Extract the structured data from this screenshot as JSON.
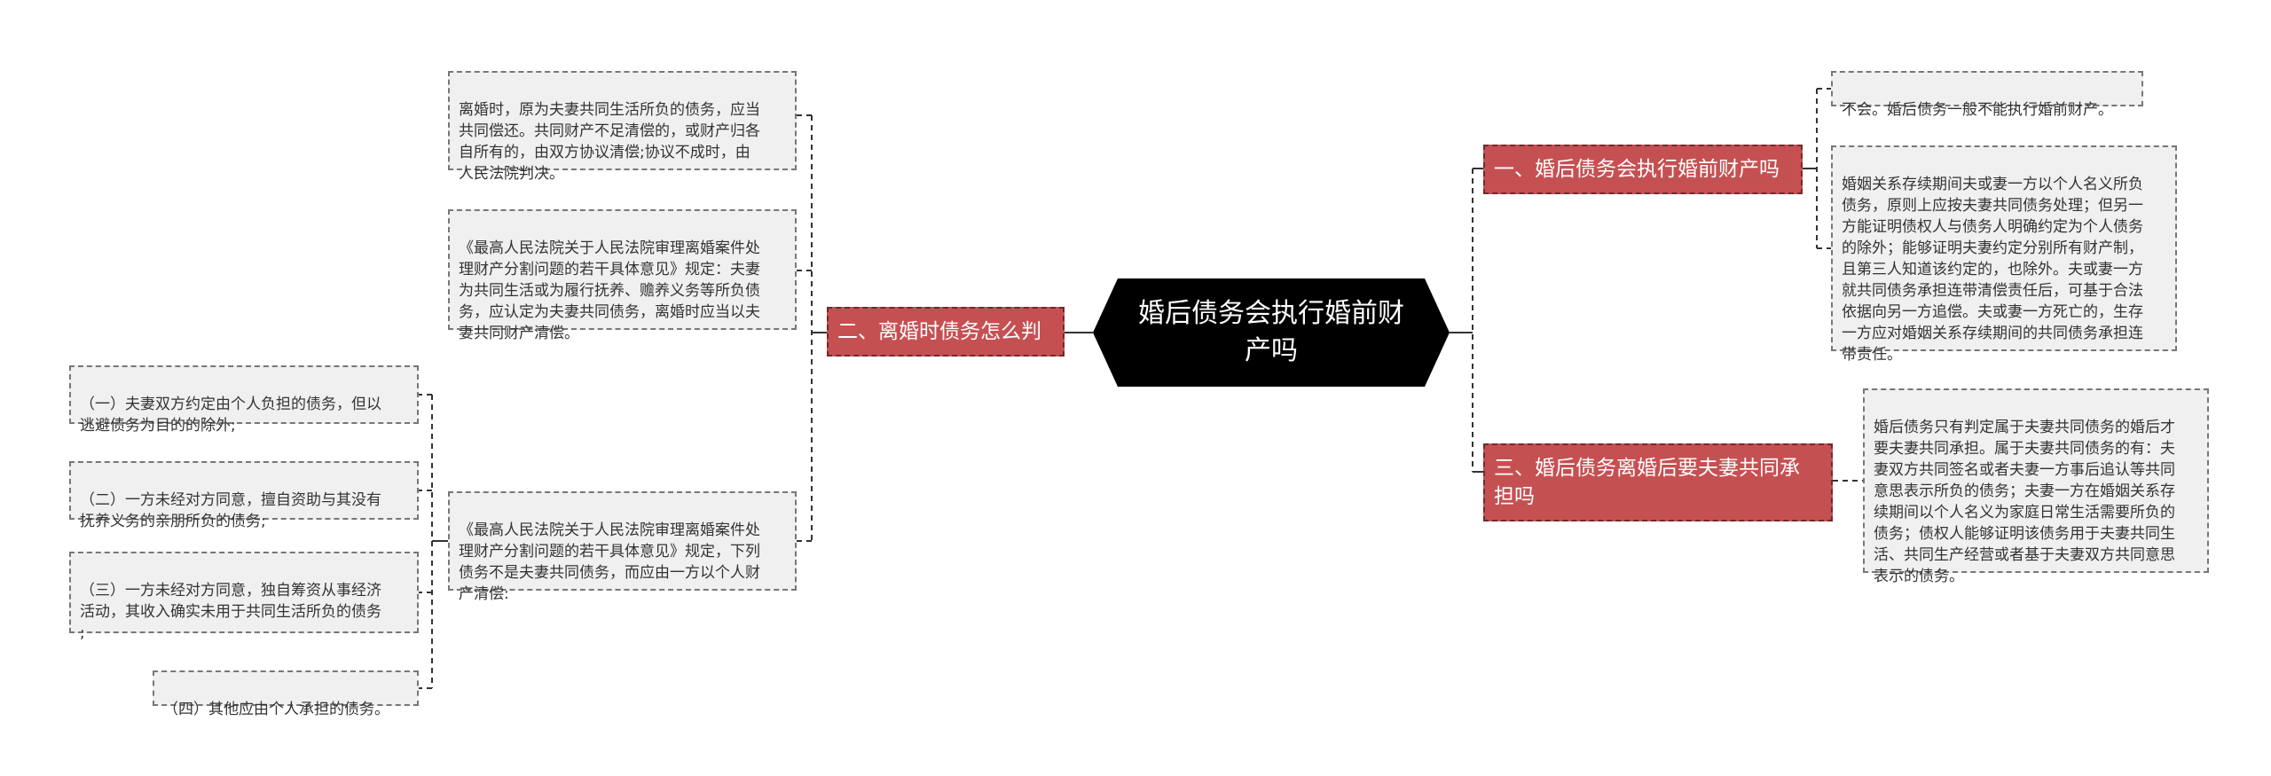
{
  "center": {
    "label": "婚后债务会执行婚前财产吗"
  },
  "branches": [
    {
      "label": "一、婚后债务会执行婚前财产吗",
      "leaves": [
        "不会。婚后债务一般不能执行婚前财产。",
        "婚姻关系存续期间夫或妻一方以个人名义所负\n债务，原则上应按夫妻共同债务处理；但另一\n方能证明债权人与债务人明确约定为个人债务\n的除外；能够证明夫妻约定分别所有财产制，\n且第三人知道该约定的，也除外。夫或妻一方\n就共同债务承担连带清偿责任后，可基于合法\n依据向另一方追偿。夫或妻一方死亡的，生存\n一方应对婚姻关系存续期间的共同债务承担连\n带责任。"
      ]
    },
    {
      "label": "二、离婚时债务怎么判",
      "leaves": [
        "离婚时，原为夫妻共同生活所负的债务，应当\n共同偿还。共同财产不足清偿的，或财产归各\n自所有的，由双方协议清偿;协议不成时，由\n人民法院判决。",
        "《最高人民法院关于人民法院审理离婚案件处\n理财产分割问题的若干具体意见》规定：夫妻\n为共同生活或为履行抚养、赡养义务等所负债\n务，应认定为夫妻共同债务，离婚时应当以夫\n妻共同财产清偿。",
        "《最高人民法院关于人民法院审理离婚案件处\n理财产分割问题的若干具体意见》规定，下列\n债务不是夫妻共同债务，而应由一方以个人财\n产清偿:"
      ],
      "subleaves": [
        "（一）夫妻双方约定由个人负担的债务，但以\n逃避债务为目的的除外;",
        "（二）一方未经对方同意，擅自资助与其没有\n抚养义务的亲朋所负的债务;",
        "（三）一方未经对方同意，独自筹资从事经济\n活动，其收入确实未用于共同生活所负的债务\n;",
        "（四）其他应由个人承担的债务。"
      ]
    },
    {
      "label": "三、婚后债务离婚后要夫妻共同承\n担吗",
      "leaves": [
        "婚后债务只有判定属于夫妻共同债务的婚后才\n要夫妻共同承担。属于夫妻共同债务的有：夫\n妻双方共同签名或者夫妻一方事后追认等共同\n意思表示所负的债务；夫妻一方在婚姻关系存\n续期间以个人名义为家庭日常生活需要所负的\n债务；债权人能够证明该债务用于夫妻共同生\n活、共同生产经营或者基于夫妻双方共同意思\n表示的债务。"
      ]
    }
  ],
  "colors": {
    "center_bg": "#000000",
    "branch_bg": "#c55052",
    "leaf_bg": "#f0f0f0",
    "line": "#333333"
  }
}
